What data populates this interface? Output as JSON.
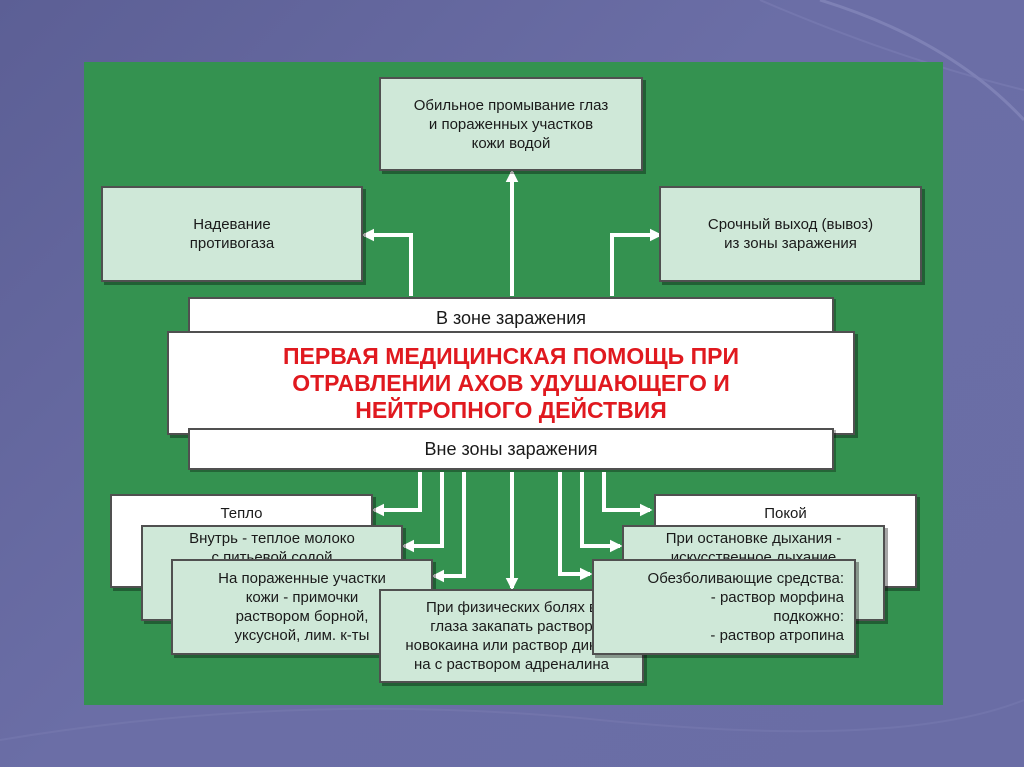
{
  "diagram": {
    "colors": {
      "background": "#6a6da5",
      "panel": "#349250",
      "box_fill": "#cfe8d8",
      "title_text": "#e0191f",
      "arrow": "#ffffff"
    },
    "top_box": "Обильное промывание глаз\nи пораженных участков\nкожи водой",
    "left_box": "Надевание\nпротивогаза",
    "right_box": "Срочный выход (вывоз)\nиз зоны заражения",
    "in_zone_label": "В зоне заражения",
    "title": "ПЕРВАЯ МЕДИЦИНСКАЯ ПОМОЩЬ ПРИ\nОТРАВЛЕНИИ АХОВ УДУШАЮЩЕГО И\nНЕЙТРОПНОГО ДЕЙСТВИЯ",
    "out_zone_label": "Вне зоны заражения",
    "left_stack": [
      "Тепло",
      "Внутрь - теплое молоко\nс питьевой содой",
      "На пораженные участки\nкожи - примочки\nраствором борной,\nуксусной, лим. к-ты"
    ],
    "center_bottom": "При физических болях в\nглаза закапать раствор\nновокаина или раствор дикаи-\nна с раствором адреналина",
    "right_stack": [
      "Покой",
      "При остановке дыхания -\nискусственное дыхание",
      "Обезболивающие средства:\n- раствор морфина\nподкожно:\n- раствор атропина"
    ]
  }
}
